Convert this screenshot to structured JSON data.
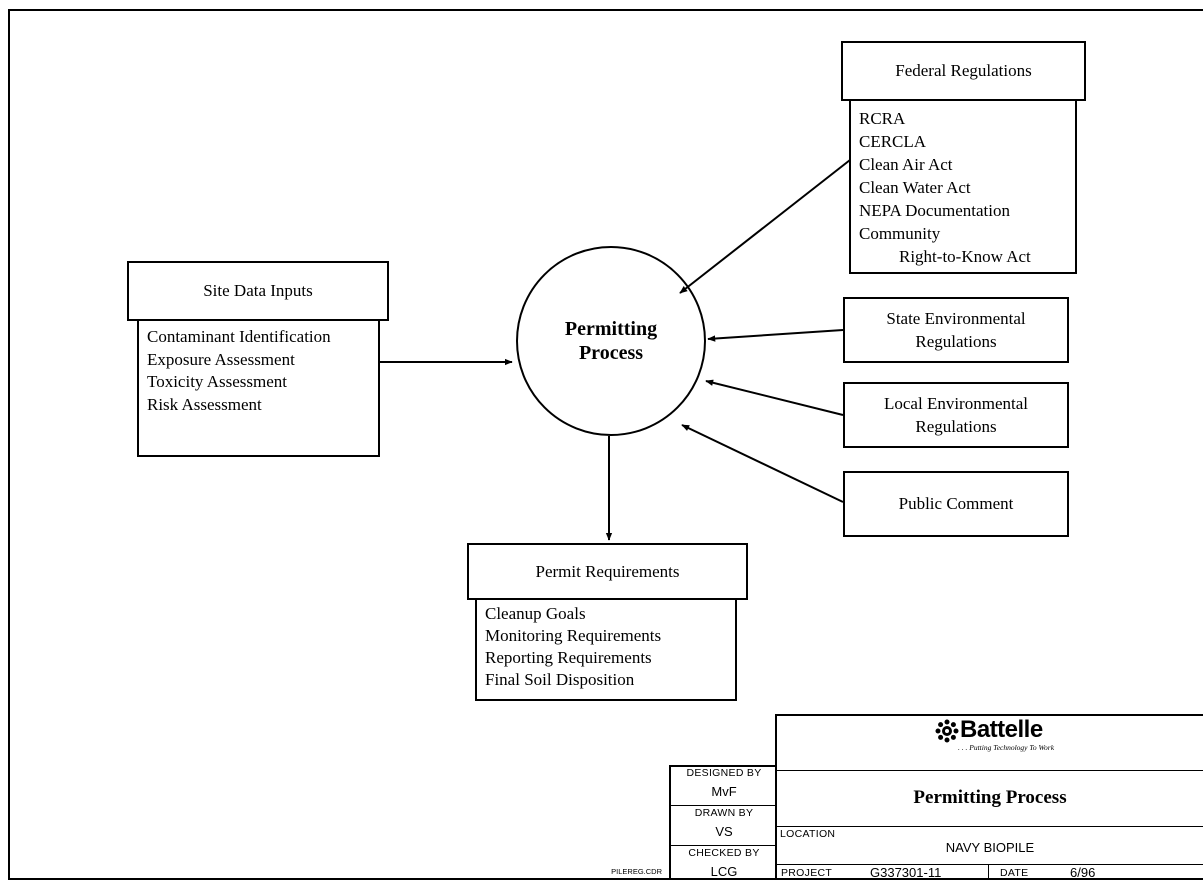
{
  "center": {
    "line1": "Permitting",
    "line2": "Process"
  },
  "site_data": {
    "title": "Site Data Inputs",
    "items": [
      "Contaminant Identification",
      "Exposure Assessment",
      "Toxicity Assessment",
      "Risk Assessment"
    ]
  },
  "federal": {
    "title": "Federal Regulations",
    "items": [
      "RCRA",
      "CERCLA",
      "Clean Air Act",
      "Clean Water Act",
      "NEPA Documentation",
      "Community",
      "Right-to-Know Act"
    ]
  },
  "state": {
    "line1": "State Environmental",
    "line2": "Regulations"
  },
  "local": {
    "line1": "Local Environmental",
    "line2": "Regulations"
  },
  "public": {
    "label": "Public Comment"
  },
  "permit": {
    "title": "Permit Requirements",
    "items": [
      "Cleanup Goals",
      "Monitoring Requirements",
      "Reporting Requirements",
      "Final Soil Disposition"
    ]
  },
  "title_block": {
    "logo": "Battelle",
    "tagline": ". . . Putting Technology To Work",
    "drawing_title": "Permitting Process",
    "designed_by_label": "DESIGNED BY",
    "designed_by": "MvF",
    "drawn_by_label": "DRAWN BY",
    "drawn_by": "VS",
    "checked_by_label": "CHECKED BY",
    "checked_by": "LCG",
    "location_label": "LOCATION",
    "location": "NAVY BIOPILE",
    "project_label": "PROJECT",
    "project": "G337301-11",
    "date_label": "DATE",
    "date": "6/96",
    "file_name": "PILEREG.CDR"
  }
}
